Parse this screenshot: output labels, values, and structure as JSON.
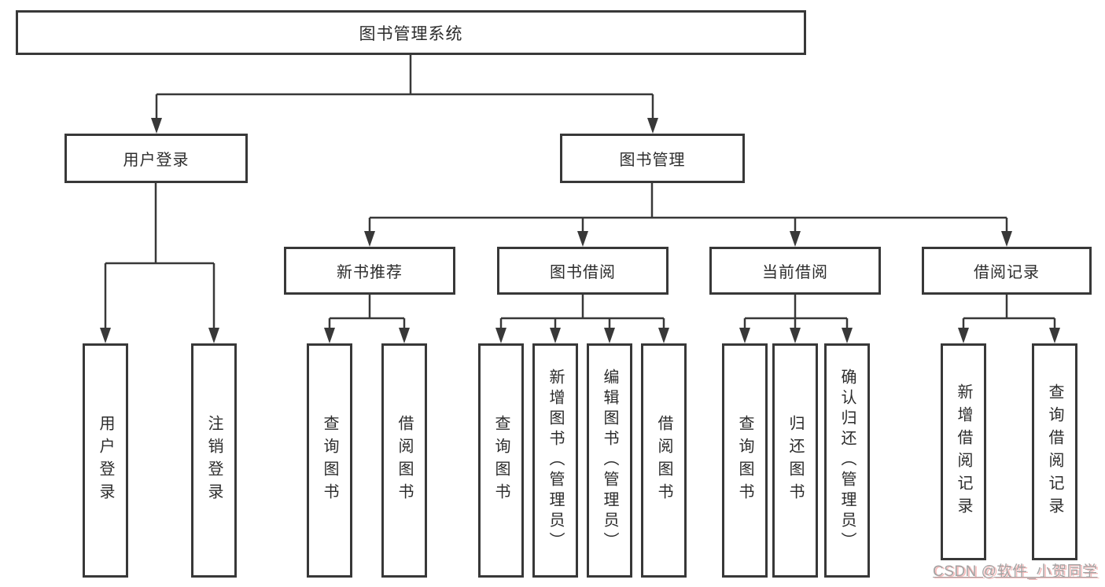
{
  "diagram": {
    "title": "图书管理系统",
    "nodes": {
      "root": "图书管理系统",
      "user_login": "用户登录",
      "book_mgmt": "图书管理",
      "new_book_rec": "新书推荐",
      "book_borrow": "图书借阅",
      "current_borrow": "当前借阅",
      "borrow_records": "借阅记录",
      "leaf_user_login": "用户登录",
      "leaf_logout": "注销登录",
      "leaf_query_books_1": "查询图书",
      "leaf_borrow_books_1": "借阅图书",
      "leaf_query_books_2": "查询图书",
      "leaf_add_book": "新增图书（管理员）",
      "leaf_edit_book": "编辑图书（管理员）",
      "leaf_borrow_books_2": "借阅图书",
      "leaf_query_books_3": "查询图书",
      "leaf_return_book": "归还图书",
      "leaf_confirm_return": "确认归还（管理员）",
      "leaf_add_borrow_record": "新增借阅记录",
      "leaf_query_borrow_record": "查询借阅记录"
    },
    "hierarchy": {
      "图书管理系统": {
        "用户登录": [
          "用户登录",
          "注销登录"
        ],
        "图书管理": {
          "新书推荐": [
            "查询图书",
            "借阅图书"
          ],
          "图书借阅": [
            "查询图书",
            "新增图书（管理员）",
            "编辑图书（管理员）",
            "借阅图书"
          ],
          "当前借阅": [
            "查询图书",
            "归还图书",
            "确认归还（管理员）"
          ],
          "借阅记录": [
            "新增借阅记录",
            "查询借阅记录"
          ]
        }
      }
    },
    "colors": {
      "line": "#383838",
      "box_border": "#383838",
      "text": "#2c2c2c",
      "background": "#ffffff",
      "watermark_text": "#a3a3a3",
      "watermark_shadow": "#f6bcbc"
    }
  },
  "watermark": {
    "text": "CSDN @软件_小贺同学"
  }
}
